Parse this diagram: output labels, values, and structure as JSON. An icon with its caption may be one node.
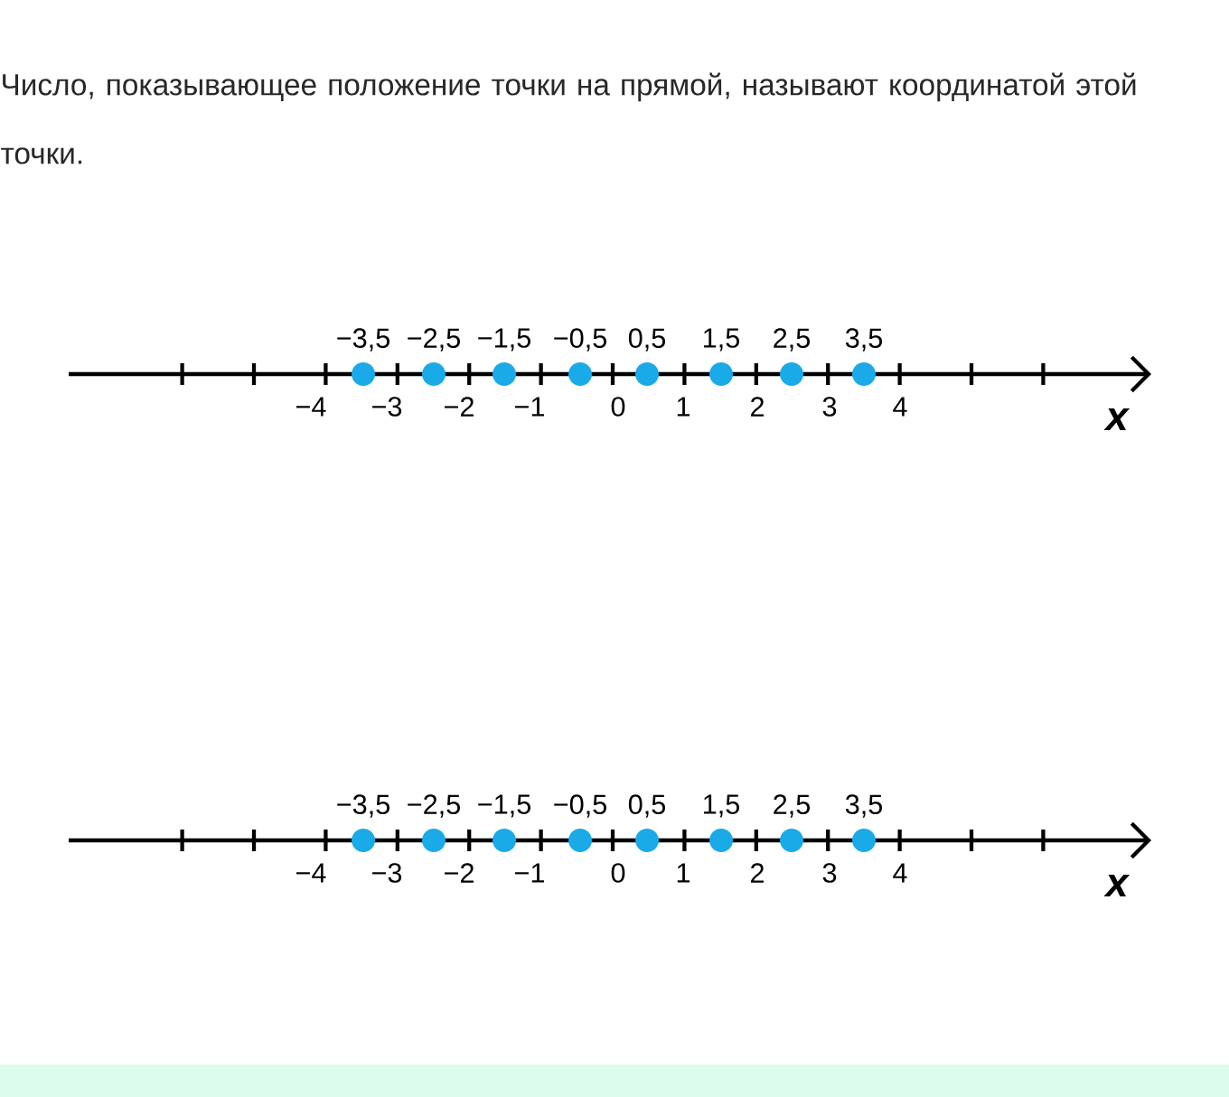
{
  "diagram": {
    "labels": [
      "Число, показывающее положение точки на прямой, называют координатой этой точки.",
      "−3,5",
      "−2,5",
      "−1,5",
      "−0,5",
      "0,5",
      "1,5",
      "2,5",
      "3,5",
      "−4",
      "−3",
      "−2",
      "−1",
      "0",
      "1",
      "2",
      "3",
      "4",
      "x",
      "−3,5",
      "−2,5",
      "−1,5",
      "−0,5",
      "0,5",
      "1,5",
      "2,5",
      "3,5",
      "−4",
      "−3",
      "−2",
      "−1",
      "0",
      "1",
      "2",
      "3",
      "4",
      "x"
    ]
  }
}
